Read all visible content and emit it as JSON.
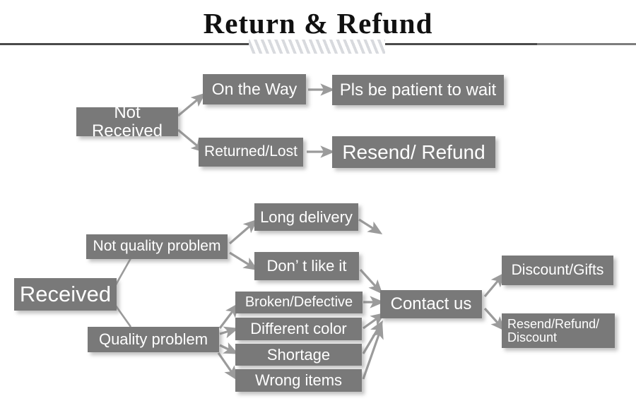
{
  "header": {
    "title": "Return & Refund",
    "divider_style": "hatched-diagonal-stripes"
  },
  "colors": {
    "box_fill": "#797979",
    "box_text": "#ffffff",
    "rule": "#4a4a4a",
    "arrow": "#9b9b9b",
    "hatch": "#d8dade",
    "page_background": "#ffffff"
  },
  "flowchart": {
    "branches": [
      {
        "root": "Not Received",
        "paths": [
          {
            "condition": "On the Way",
            "outcome": "Pls be patient to wait"
          },
          {
            "condition": "Returned/Lost",
            "outcome": "Resend/ Refund"
          }
        ]
      },
      {
        "root": "Received",
        "categories": [
          {
            "label": "Not quality problem",
            "reasons": [
              "Long delivery",
              "Don’  t like it"
            ]
          },
          {
            "label": "Quality problem",
            "reasons": [
              "Broken/Defective",
              "Different color",
              "Shortage",
              "Wrong items"
            ]
          }
        ],
        "action": "Contact us",
        "resolutions": [
          "Discount/Gifts",
          "Resend/Refund/\nDiscount"
        ]
      }
    ]
  },
  "nodes": {
    "not_received": "Not Received",
    "on_the_way": "On the Way",
    "pls_be_patient": "Pls be patient to wait",
    "returned_lost": "Returned/Lost",
    "resend_refund": "Resend/ Refund",
    "received": "Received",
    "not_quality_problem": "Not quality problem",
    "quality_problem": "Quality problem",
    "long_delivery": "Long delivery",
    "dont_like_it": "Don’  t like it",
    "broken_defective": "Broken/Defective",
    "different_color": "Different color",
    "shortage": "Shortage",
    "wrong_items": "Wrong items",
    "contact_us": "Contact us",
    "discount_gifts": "Discount/Gifts",
    "resend_refund_discount": "Resend/Refund/\nDiscount"
  }
}
